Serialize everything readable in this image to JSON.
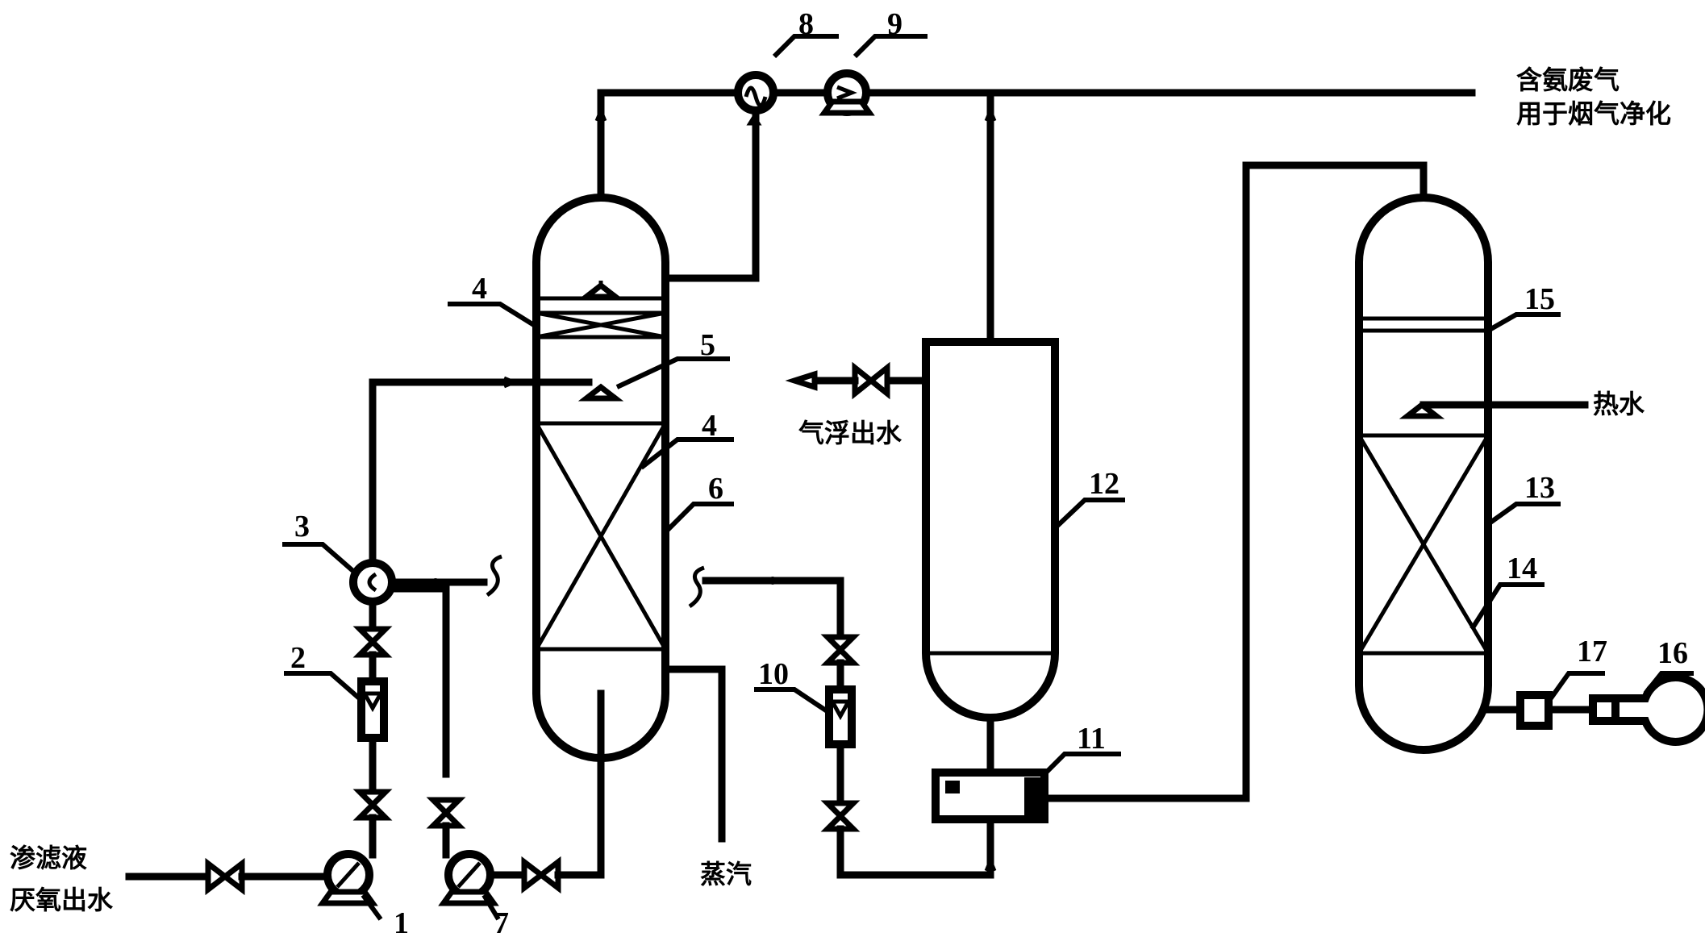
{
  "labels": {
    "inlet_line1": "渗滤液",
    "inlet_line2": "厌氧出水",
    "steam": "蒸汽",
    "waste_gas_line1": "含氨废气",
    "waste_gas_line2": "用于烟气净化",
    "effluent": "气浮出水",
    "hot_water": "热水"
  },
  "numbers": {
    "n1": "1",
    "n2": "2",
    "n3": "3",
    "n4a": "4",
    "n4b": "4",
    "n5": "5",
    "n6": "6",
    "n7": "7",
    "n8": "8",
    "n9": "9",
    "n10": "10",
    "n11": "11",
    "n12": "12",
    "n13": "13",
    "n14": "14",
    "n15": "15",
    "n16": "16",
    "n17": "17"
  }
}
